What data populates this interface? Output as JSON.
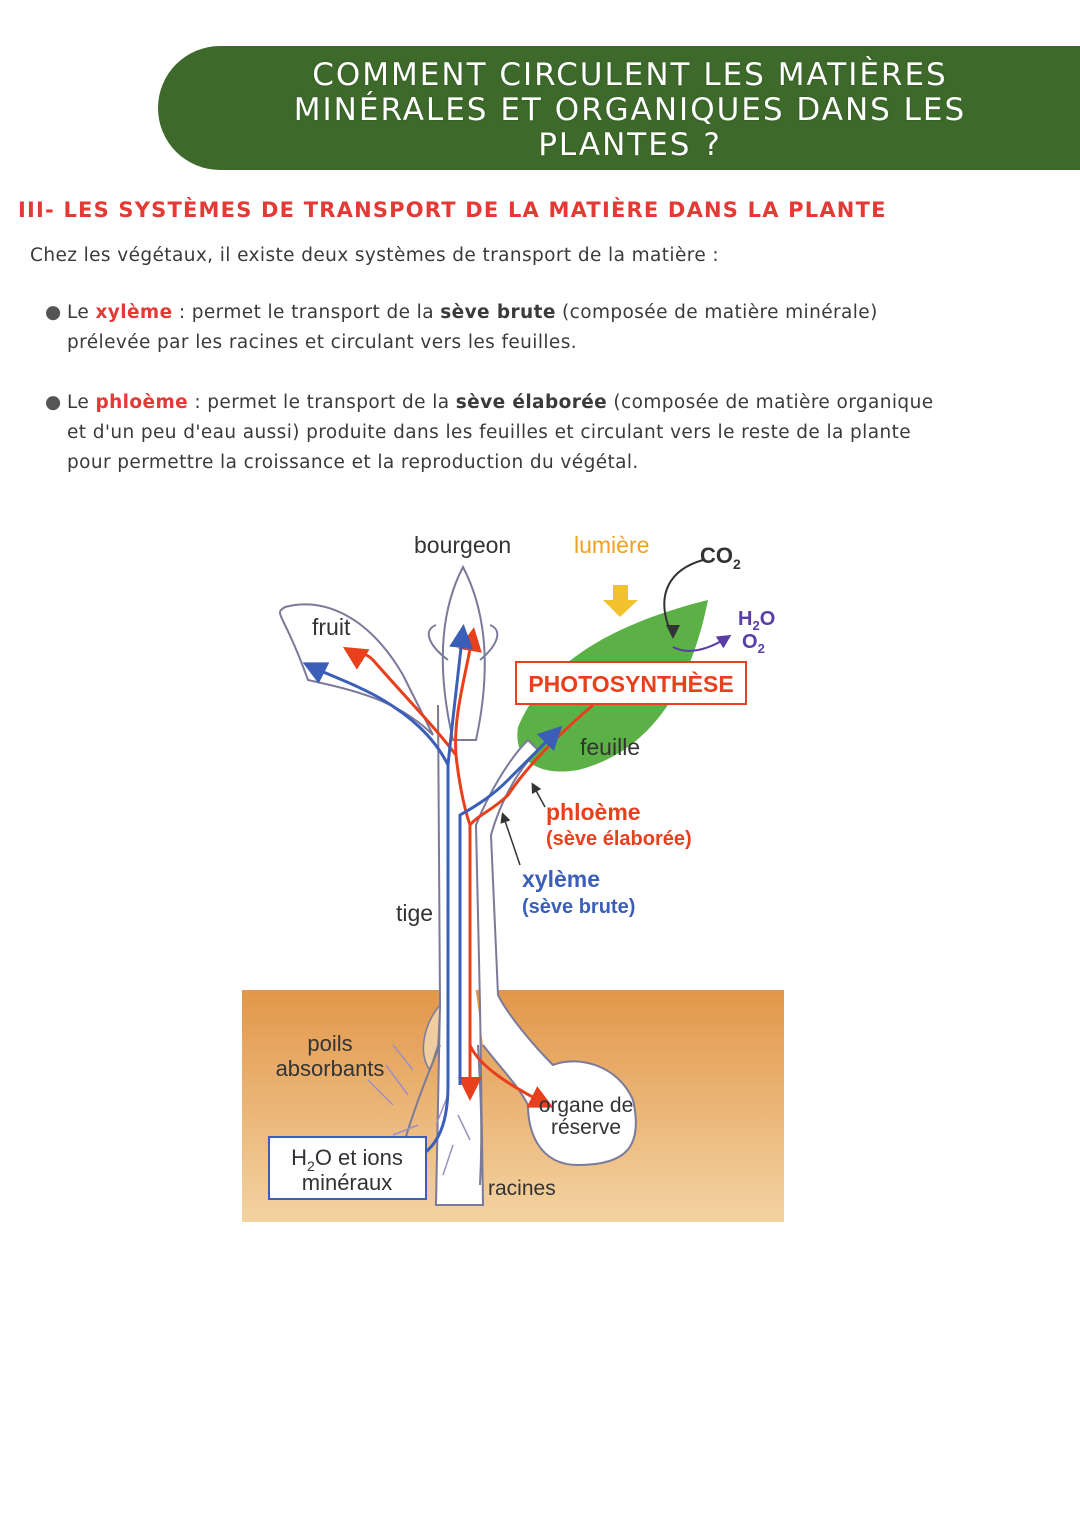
{
  "header": {
    "title_line1": "COMMENT CIRCULENT LES MATIÈRES",
    "title_line2": "MINÉRALES ET ORGANIQUES DANS LES",
    "title_line3": "PLANTES ?"
  },
  "section": {
    "heading": "III- LES SYSTÈMES DE TRANSPORT DE LA MATIÈRE DANS LA PLANTE",
    "intro": "Chez les végétaux, il existe deux systèmes de transport de la matière :"
  },
  "bullets": [
    {
      "lead": "Le ",
      "term": "xylème",
      "mid": " : permet le transport de la ",
      "bold": "sève brute",
      "line1_rest": " (composée de matière minérale)",
      "line2": "prélevée par les racines et circulant vers les feuilles."
    },
    {
      "lead": "Le ",
      "term": "phloème",
      "mid": " : permet le transport de la ",
      "bold": "sève élaborée",
      "line1_rest": " (composée de matière organique",
      "line2": "et d'un peu d'eau aussi) produite dans les feuilles et circulant vers le reste de la plante",
      "line3": "pour permettre la croissance et la reproduction du végétal."
    }
  ],
  "diagram": {
    "labels": {
      "bourgeon": "bourgeon",
      "lumiere": "lumière",
      "co2": "CO",
      "co2_sub": "2",
      "h2o": "H",
      "h2o_sub": "2",
      "h2o_end": "O",
      "o2": "O",
      "o2_sub": "2",
      "fruit": "fruit",
      "photosynthese": "PHOTOSYNTHÈSE",
      "feuille": "feuille",
      "phloeme": "phloème",
      "seve_elaboree": "(sève élaborée)",
      "xyleme": "xylème",
      "seve_brute": "(sève brute)",
      "tige": "tige",
      "poils": "poils",
      "absorbants": "absorbants",
      "ions_h": "H",
      "ions_sub": "2",
      "ions_rest": "O et ions",
      "mineraux": "minéraux",
      "organe1": "organe de",
      "organe2": "réserve",
      "racines": "racines"
    },
    "colors": {
      "phloem": "#e8401c",
      "xylem": "#3b5fb8",
      "leaf": "#5bb046",
      "soil_top": "#e2974a",
      "soil_bottom": "#f3d3a2"
    }
  }
}
